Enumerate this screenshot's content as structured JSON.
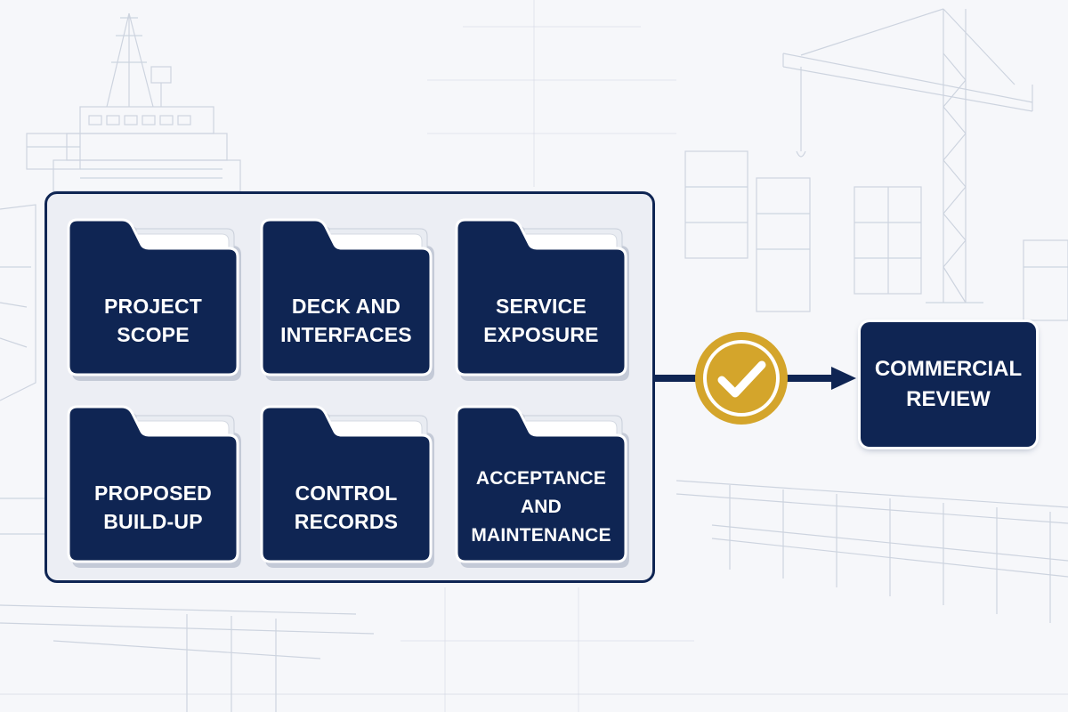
{
  "folders": [
    {
      "label": "PROJECT\nSCOPE"
    },
    {
      "label": "DECK AND\nINTERFACES"
    },
    {
      "label": "SERVICE\nEXPOSURE"
    },
    {
      "label": "PROPOSED\nBUILD-UP"
    },
    {
      "label": "CONTROL\nRECORDS"
    },
    {
      "label": "ACCEPTANCE AND\nMAINTENANCE"
    }
  ],
  "target": {
    "label": "COMMERCIAL\nREVIEW"
  },
  "colors": {
    "navy": "#0f2553",
    "gold": "#d4a52b",
    "background": "#f6f7fa",
    "sketch": "#c3cad8"
  },
  "icons": {
    "check": "check-icon",
    "arrow": "arrow-right-icon",
    "folder": "folder-icon"
  }
}
